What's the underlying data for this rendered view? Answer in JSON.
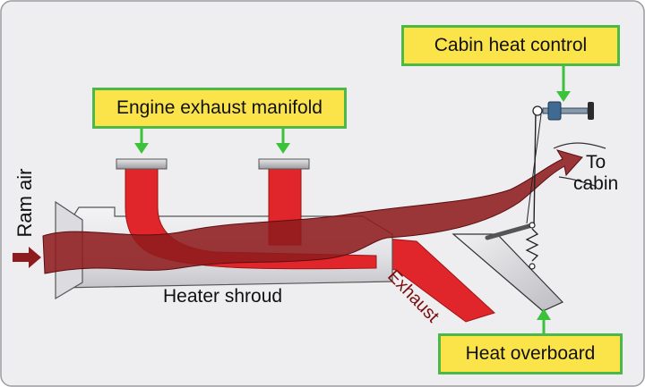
{
  "diagram": {
    "callouts": {
      "cabin_heat_control": "Cabin heat control",
      "engine_exhaust_manifold": "Engine exhaust manifold",
      "heat_overboard": "Heat overboard"
    },
    "labels": {
      "ram_air": "Ram air",
      "to_cabin": "To\ncabin",
      "exhaust": "Exhaust",
      "heater_shroud": "Heater shroud"
    },
    "colors": {
      "background": "#eeeef0",
      "hot_air": "#8e1c1e",
      "exhaust": "#e0262b",
      "callout_fill": "#fbe44a",
      "callout_border": "#4cb848",
      "arrow": "#3cc13b"
    }
  }
}
